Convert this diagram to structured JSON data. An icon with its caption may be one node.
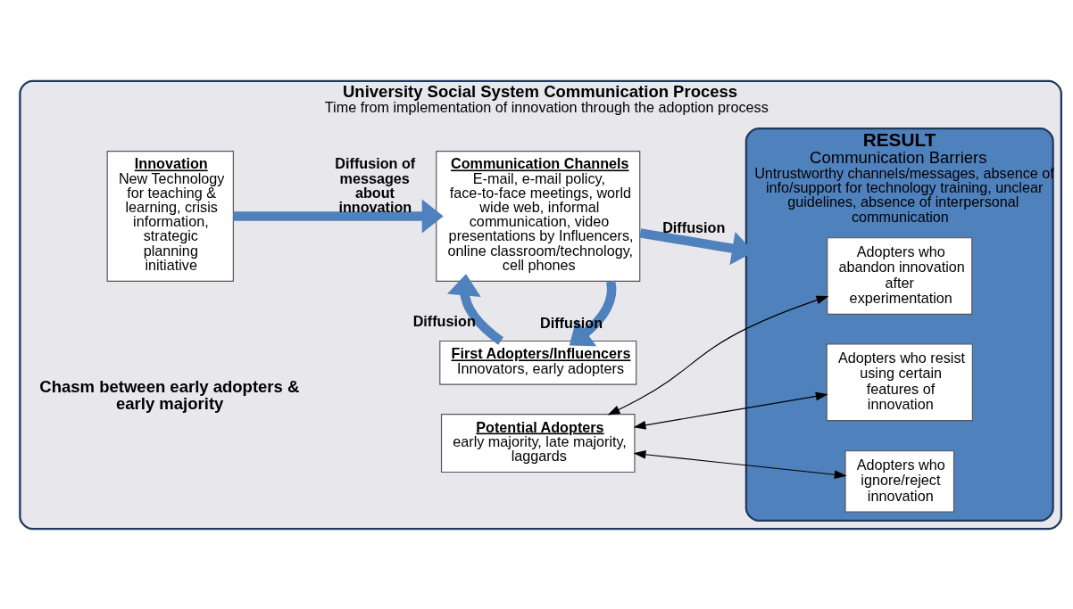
{
  "diagram": {
    "nodes": [
      {
        "text": [
          "University Social System Communication Process",
          "Time from implementation of innovation through the adoption process"
        ]
      },
      {
        "text": [
          "Innovation",
          "New Technology for teaching & learning, crisis information, strategic planning initiative"
        ],
        "in": 0
      },
      {
        "text": [
          "Communication Channels",
          "E-mail, e-mail policy, face-to-face meetings, world wide web, informal communication, video presentations by Influencers, online classroom/technology, cell phones"
        ],
        "in": 0
      },
      {
        "text": [
          "RESULT",
          "Communication Barriers",
          "Untrustworthy channels/messages, absence of info/support for technology training, unclear guidelines, absence of interpersonal communication"
        ],
        "in": 0
      },
      {
        "text": [
          "Adopters who abandon innovation after experimentation"
        ],
        "in": 3
      },
      {
        "text": [
          "Adopters who ignore/reject innovation"
        ],
        "in": 3
      },
      {
        "text": [
          "Adopters who resist using certain features of innovation"
        ],
        "in": 3
      },
      {
        "text": [
          "First Adopters/Influencers",
          "Innovators, early adopters"
        ],
        "in": 0
      },
      {
        "text": [
          "Potential Adopters",
          "early majority, late majority, laggards"
        ],
        "in": 0
      }
    ],
    "edges": [
      {
        "from": 1,
        "to": 2,
        "arrow": "to",
        "label": "Diffusion of messages about innovation"
      },
      {
        "from": 2,
        "to": 3,
        "arrow": "to",
        "label": "Diffusion"
      },
      {
        "from": 2,
        "to": 7,
        "arrow": "to",
        "label": "Diffusion"
      },
      {
        "from": 7,
        "to": 2,
        "arrow": "to",
        "label": "Diffusion"
      },
      {
        "from": 8,
        "to": 4,
        "arrow": "both",
        "color": "#000000"
      },
      {
        "from": 8,
        "to": 5,
        "arrow": "both",
        "color": "#000000"
      },
      {
        "from": 8,
        "to": 6,
        "arrow": "both",
        "color": "#000000"
      }
    ],
    "labels": [
      "Chasm between early adopters & early majority"
    ]
  }
}
